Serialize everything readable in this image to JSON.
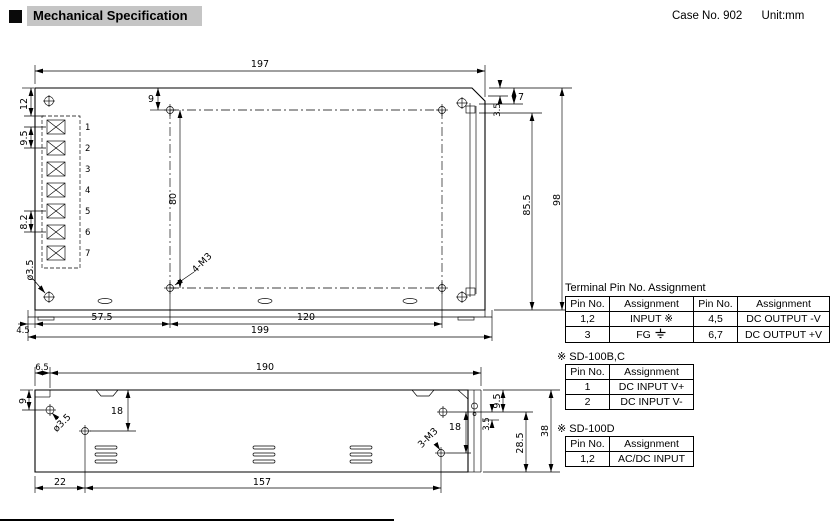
{
  "header": {
    "title": "Mechanical Specification",
    "case_no": "Case No. 902",
    "unit": "Unit:mm"
  },
  "top_view": {
    "dim_197": "197",
    "dim_199": "199",
    "dim_98": "98",
    "dim_85_5": "85.5",
    "dim_12": "12",
    "dim_9_5": "9.5",
    "dim_8_2": "8.2",
    "dim_9": "9",
    "dim_80": "80",
    "dim_3_5": "3.5",
    "dim_7": "7",
    "dim_4_5": "4.5",
    "dim_57_5": "57.5",
    "dim_120": "120",
    "hole_label": "4-M3",
    "dia_label": "ø3.5",
    "pins": [
      "1",
      "2",
      "3",
      "4",
      "5",
      "6",
      "7"
    ]
  },
  "side_view": {
    "dim_190": "190",
    "dim_6_5": "6.5",
    "dim_9": "9",
    "dim_18_left": "18",
    "dim_9_5": "9.5",
    "dim_3_5": "3.5",
    "dim_18_right": "18",
    "dim_38": "38",
    "dim_28_5": "28.5",
    "dim_22": "22",
    "dim_157": "157",
    "hole_label": "3-M3",
    "dia_label": "ø3.5"
  },
  "terminal_table": {
    "title": "Terminal Pin No.  Assignment",
    "headers": [
      "Pin No.",
      "Assignment",
      "Pin No.",
      "Assignment"
    ],
    "rows": [
      [
        "1,2",
        "INPUT ※",
        "4,5",
        "DC OUTPUT -V"
      ],
      [
        "3",
        "FG",
        "6,7",
        "DC OUTPUT +V"
      ]
    ]
  },
  "sd100bc_table": {
    "title": "※ SD-100B,C",
    "headers": [
      "Pin No.",
      "Assignment"
    ],
    "rows": [
      [
        "1",
        "DC INPUT V+"
      ],
      [
        "2",
        "DC INPUT V-"
      ]
    ]
  },
  "sd100d_table": {
    "title": "※ SD-100D",
    "headers": [
      "Pin No.",
      "Assignment"
    ],
    "rows": [
      [
        "1,2",
        "AC/DC INPUT"
      ]
    ]
  }
}
